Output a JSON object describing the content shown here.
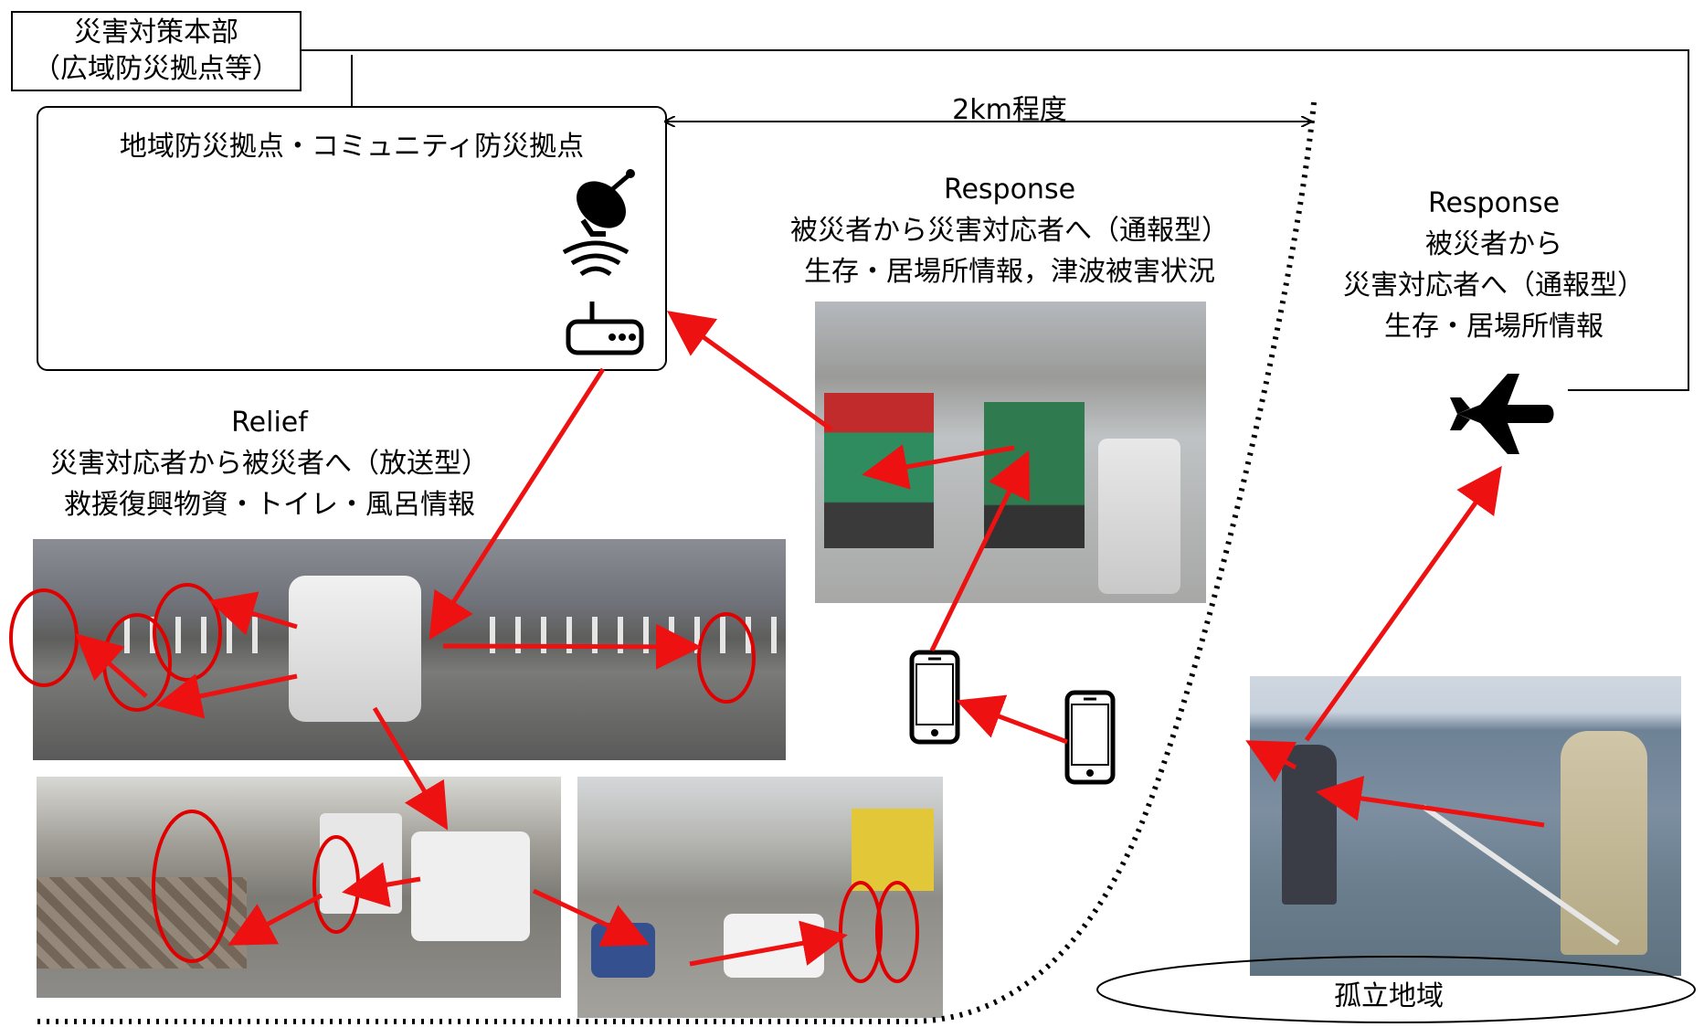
{
  "hq": {
    "line1": "災害対策本部",
    "line2": "（広域防災拠点等）"
  },
  "base": {
    "title": "地域防災拠点・コミュニティ防災拠点",
    "icons": [
      "satellite-dish-icon",
      "wifi-waves-icon",
      "router-icon"
    ]
  },
  "distance_label": "2km程度",
  "response_center": {
    "title": "Response",
    "line1": "被災者から災害対応者へ（通報型）",
    "line2": "生存・居場所情報，津波被害状況"
  },
  "response_right": {
    "title": "Response",
    "line1": "被災者から",
    "line2": "災害対応者へ（通報型）",
    "line3": "生存・居場所情報"
  },
  "relief": {
    "title": "Relief",
    "line1": "災害対応者から被災者へ（放送型）",
    "line2": "救援復興物資・トイレ・風呂情報"
  },
  "isolated_area": "孤立地域",
  "colors": {
    "arrow": "#ee1111",
    "line": "#000000",
    "highlight": "#e00000"
  },
  "icons": [
    "airplane-icon",
    "smartphone-icon"
  ]
}
